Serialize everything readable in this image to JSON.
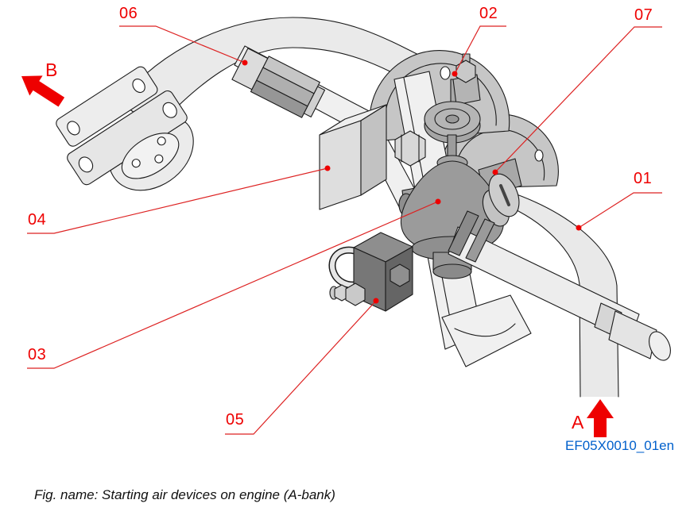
{
  "figure": {
    "caption": "Fig. name: Starting air devices on engine (A-bank)",
    "drawing_code": "EF05X0010_01en"
  },
  "callouts": {
    "c01": {
      "label": "01"
    },
    "c02": {
      "label": "02"
    },
    "c03": {
      "label": "03"
    },
    "c04": {
      "label": "04"
    },
    "c05": {
      "label": "05"
    },
    "c06": {
      "label": "06"
    },
    "c07": {
      "label": "07"
    }
  },
  "view_arrows": {
    "a": {
      "label": "A"
    },
    "b": {
      "label": "B"
    }
  },
  "colors": {
    "callout_red": "#ee0000",
    "leader_red": "#dd2222",
    "code_blue": "#0060cc",
    "caption_black": "#111111"
  }
}
